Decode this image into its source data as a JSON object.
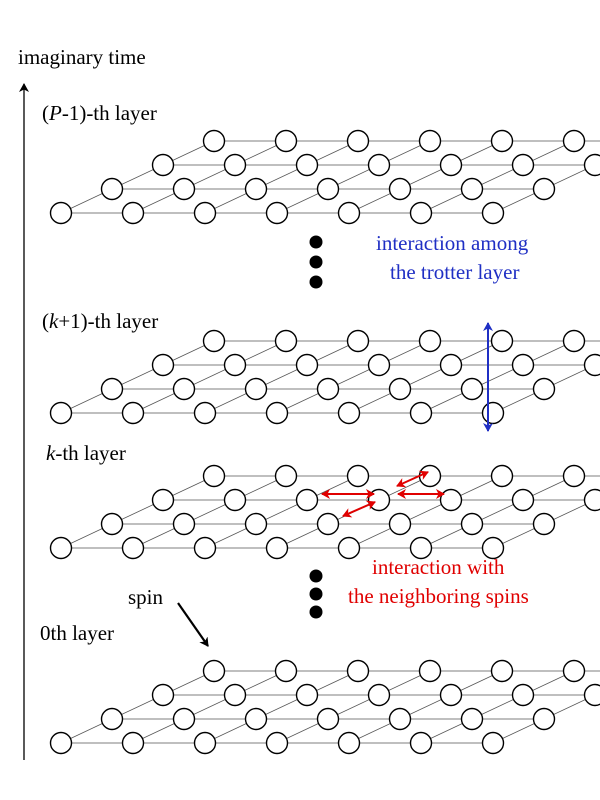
{
  "axis": {
    "label": "imaginary time"
  },
  "layers": [
    {
      "name": "top",
      "label_math": "P",
      "label_rest": "-1)-th layer",
      "label_open": "("
    },
    {
      "name": "k-plus-1",
      "label_math": "k",
      "label_rest": "+1)-th layer",
      "label_open": "("
    },
    {
      "name": "k",
      "label_math": "k",
      "label_rest": "-th layer",
      "label_open": ""
    },
    {
      "name": "zero",
      "label_math": "",
      "label_rest": "0th layer",
      "label_open": ""
    }
  ],
  "annotations": {
    "trotter_line1": "interaction among",
    "trotter_line2": "the trotter layer",
    "neighbor_line1": "interaction with",
    "neighbor_line2": "the neighboring spins",
    "spin_label": "spin"
  },
  "grid": {
    "rows": 4,
    "cols": 7
  },
  "colors": {
    "trotter": "#1f2fc4",
    "neighbor": "#e00000",
    "node": "#000000"
  }
}
